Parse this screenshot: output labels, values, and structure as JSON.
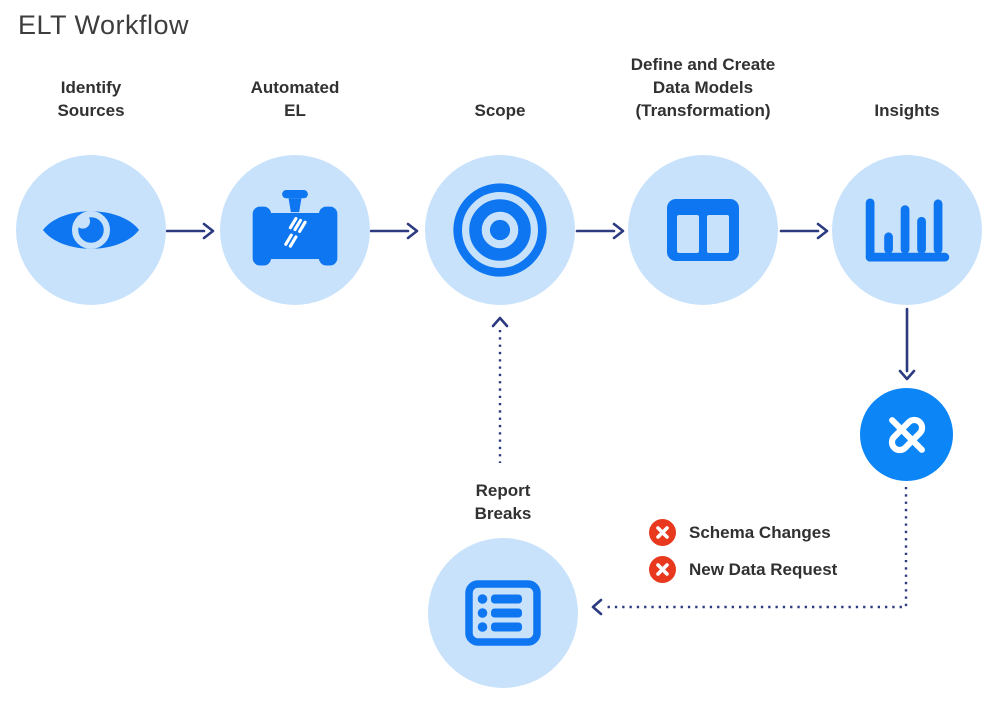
{
  "title": "ELT Workflow",
  "steps": [
    {
      "label": "Identify\nSources",
      "icon": "eye-icon"
    },
    {
      "label": "Automated\nEL",
      "icon": "pipeline-icon"
    },
    {
      "label": "Scope",
      "icon": "target-icon"
    },
    {
      "label": "Define and Create\nData Models\n(Transformation)",
      "icon": "data-models-icon"
    },
    {
      "label": "Insights",
      "icon": "bar-chart-icon"
    }
  ],
  "break_node": {
    "icon": "broken-link-icon"
  },
  "report_breaks": {
    "label": "Report\nBreaks",
    "icon": "report-list-icon"
  },
  "break_reasons": [
    {
      "label": "Schema Changes",
      "icon": "error-x-icon"
    },
    {
      "label": "New Data Request",
      "icon": "error-x-icon"
    }
  ],
  "colors": {
    "canvas_bg": "#ffffff",
    "circle_bg": "#c9e2fb",
    "icon_blue": "#0d76f0",
    "node_blue": "#0c85f6",
    "connector": "#2c3a80",
    "error_red": "#e8391f",
    "text_dark": "#313131",
    "title_gray": "#3d3d3d"
  }
}
